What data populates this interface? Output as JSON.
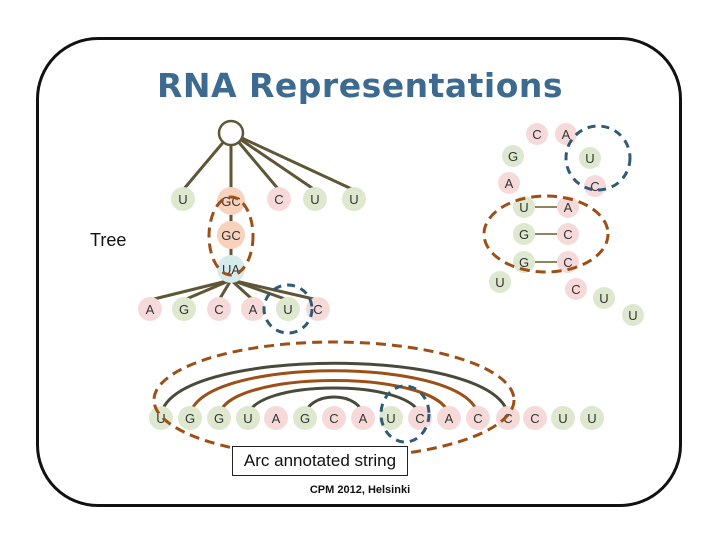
{
  "title": "RNA Representations",
  "tree_label": "Tree",
  "arc_label": "Arc annotated string",
  "footer": "CPM 2012, Helsinki",
  "colors": {
    "tree_edge": "#5e5636",
    "arc_gray": "#4a4a3a",
    "arc_brown": "#9c4f17",
    "highlight_blue": "#2f5a78",
    "fill_pink": "#f6dada",
    "fill_green": "#dde8cf",
    "fill_peach": "#f9d2bd",
    "fill_teal": "#d6ecec"
  },
  "tree": {
    "level1": [
      "U",
      "GC",
      "C",
      "U",
      "U"
    ],
    "level2": [
      "GC"
    ],
    "level3": [
      "UA"
    ],
    "level4": [
      "A",
      "G",
      "C",
      "A",
      "U",
      "C"
    ]
  },
  "sequence": [
    "U",
    "G",
    "G",
    "U",
    "A",
    "G",
    "C",
    "A",
    "U",
    "C",
    "A",
    "C",
    "C",
    "C",
    "U",
    "U"
  ],
  "structure_letters": [
    "C",
    "A",
    "G",
    "U",
    "A",
    "C",
    "U",
    "A",
    "G",
    "C",
    "G",
    "C",
    "U",
    "C",
    "U",
    "U"
  ]
}
